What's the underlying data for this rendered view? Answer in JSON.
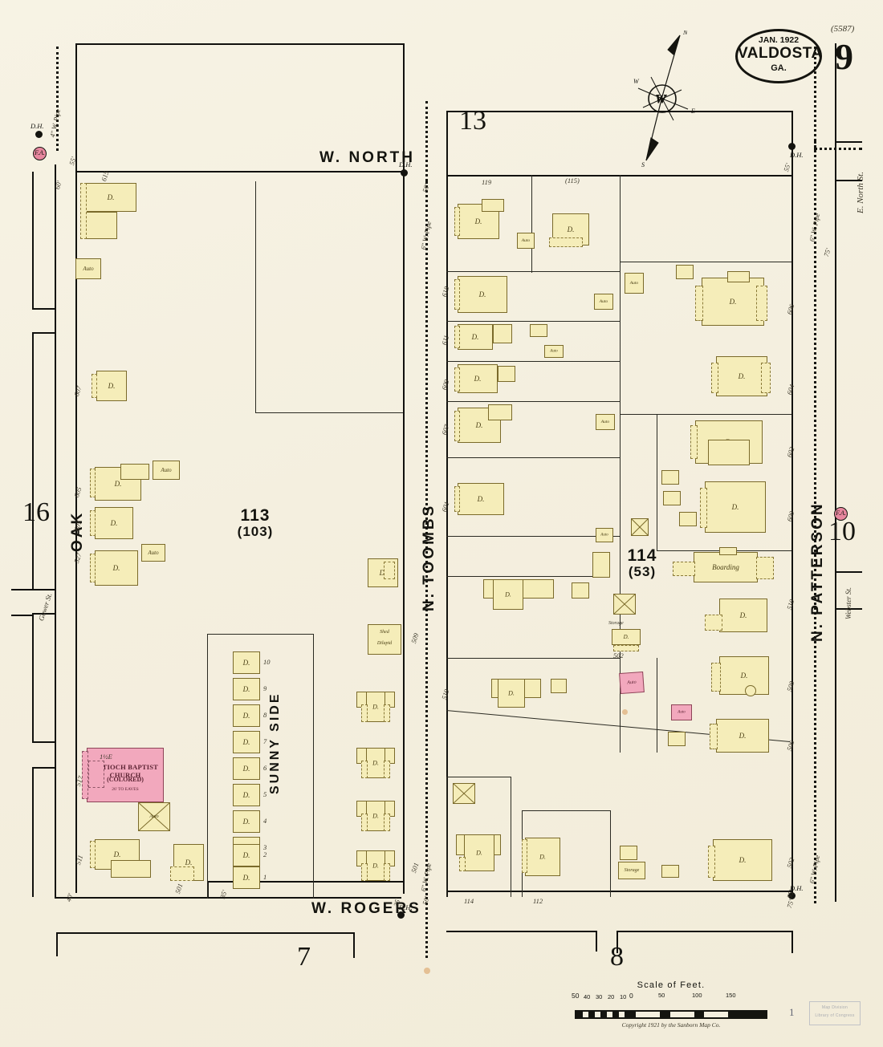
{
  "sheet": {
    "title_date": "JAN. 1922",
    "title_city": "VALDOSTA",
    "title_state": "GA.",
    "sheet_number": "9",
    "sheet_code": "(5587)",
    "publisher_copyright": "Copyright 1921 by the Sanborn Map Co.",
    "background_color": "#f4efdf",
    "building_color": "#f5edb9",
    "masonry_color": "#f2a8bd",
    "ink_color": "#14140f"
  },
  "scale": {
    "title": "Scale of Feet.",
    "ticks_left": [
      "50",
      "40",
      "30",
      "20",
      "10",
      "0"
    ],
    "ticks_right": [
      "50",
      "100",
      "150"
    ]
  },
  "compass": {
    "north_label": "N",
    "south_label": "S",
    "east_label": "E",
    "west_label": "W"
  },
  "adjacent_sheets": [
    {
      "number": "13",
      "position": "top-center"
    },
    {
      "number": "16",
      "position": "left"
    },
    {
      "number": "10",
      "position": "right"
    },
    {
      "number": "7",
      "position": "bottom-left"
    },
    {
      "number": "8",
      "position": "bottom-center"
    }
  ],
  "streets": [
    {
      "name": "W. NORTH",
      "orientation": "horizontal"
    },
    {
      "name": "W. ROGERS",
      "orientation": "horizontal"
    },
    {
      "name": "OAK",
      "orientation": "vertical"
    },
    {
      "name": "N. TOOMBS",
      "orientation": "vertical"
    },
    {
      "name": "N. PATTERSON",
      "orientation": "vertical"
    },
    {
      "name": "SUNNY SIDE",
      "orientation": "vertical"
    },
    {
      "name": "E. North St.",
      "orientation": "minor"
    },
    {
      "name": "Webster St.",
      "orientation": "minor"
    },
    {
      "name": "Gower St.",
      "orientation": "minor"
    }
  ],
  "blocks": [
    {
      "number": "113",
      "alt": "(103)"
    },
    {
      "number": "114",
      "alt": "(53)"
    }
  ],
  "street_widths": [
    "60'",
    "55'",
    "50'",
    "40'",
    "35'",
    "75'",
    "55'",
    "35'",
    "50'"
  ],
  "water_pipes": [
    "4\" W. Pipe",
    "6\" W. Pipe",
    "6\" W. Pipe",
    "6\" W. Pipe",
    "6\" W. Pipe"
  ],
  "hydrants_label": "D.H.",
  "fire_alarm_label": "F.A.",
  "named_buildings": [
    {
      "label": "ANTIOCH BAPTIST CHURCH",
      "sub": "(COLORED)",
      "note": "26' TO EAVES",
      "construction": "masonry"
    },
    {
      "label": "Boarding",
      "construction": "frame"
    },
    {
      "label": "Shed",
      "construction": "frame"
    },
    {
      "label": "Dilapid",
      "construction": "frame"
    },
    {
      "label": "Storage",
      "construction": "frame"
    },
    {
      "label": "Auto",
      "construction": "frame"
    }
  ],
  "sunny_side_lots": [
    "10",
    "9",
    "8",
    "7",
    "6",
    "5",
    "4",
    "3",
    "2",
    "1"
  ],
  "address_numbers_oak": [
    "615",
    "607",
    "605",
    "601",
    "527",
    "517",
    "511",
    "501"
  ],
  "address_numbers_north": [
    "119",
    "(115)"
  ],
  "address_numbers_toombs_west": [
    "618",
    "611",
    "609",
    "607",
    "601",
    "519",
    "509",
    "501"
  ],
  "address_numbers_toombs_east": [
    "608",
    "606",
    "604",
    "602",
    "600"
  ],
  "address_numbers_patterson": [
    "606",
    "604",
    "602",
    "600",
    "510",
    "508",
    "506",
    "502",
    "500"
  ],
  "address_numbers_rogers": [
    "114",
    "112"
  ],
  "dwelling_symbol": "D.",
  "auto_symbol": "Auto"
}
